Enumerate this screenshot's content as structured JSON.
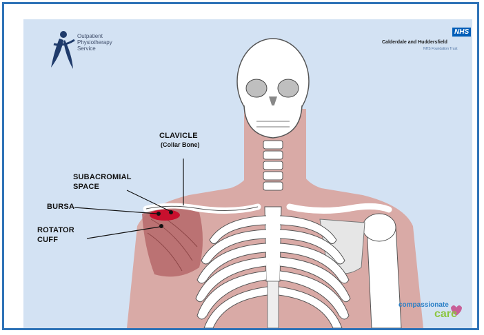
{
  "logo": {
    "line1": "Outpatient",
    "line2": "Physiotherapy",
    "line3": "Service"
  },
  "nhs": {
    "badge": "NHS",
    "trust_name": "Calderdale and Huddersfield",
    "trust_sub": "NHS Foundation Trust"
  },
  "labels": {
    "clavicle": "CLAVICLE",
    "clavicle_sub": "(Collar Bone)",
    "subacromial_1": "SUBACROMIAL",
    "subacromial_2": "SPACE",
    "bursa": "BURSA",
    "rotator_1": "ROTATOR",
    "rotator_2": "CUFF"
  },
  "branding": {
    "word1": "compassionate",
    "word2": "care"
  },
  "colors": {
    "frame": "#2f73b7",
    "background": "#d3e2f3",
    "skin": "#d9aaa6",
    "bone": "#ffffff",
    "muscle": "#b5696a",
    "bursa": "#c8102e"
  }
}
